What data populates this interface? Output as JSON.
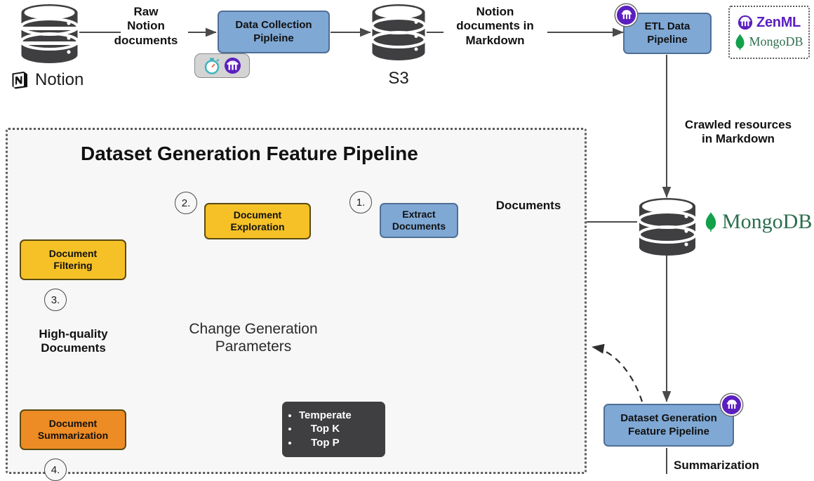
{
  "diagram": {
    "title": "Dataset Generation Feature Pipeline",
    "panel_title": "Dataset Generation Feature Pipeline"
  },
  "colors": {
    "blue": "#7FA8D4",
    "yellow": "#F5C127",
    "orange": "#ED8B24",
    "dark": "#3F3F41",
    "panel_bg": "#F7F7F7",
    "zenml_purple": "#5B1FBF",
    "mongodb_green": "#13A04B",
    "stopwatch_teal": "#3FB5BF"
  },
  "nodes": {
    "data_collection_pipeline": "Data Collection\nPipleine",
    "etl_data_pipeline": "ETL Data\nPipeline",
    "extract_documents": "Extract\nDocuments",
    "document_exploration": "Document\nExploration",
    "document_filtering": "Document\nFiltering",
    "document_summarization": "Document\nSummarization",
    "dataset_generation_feature_pipeline": "Dataset Generation\nFeature Pipeline"
  },
  "stores": {
    "notion": "Notion",
    "s3": "S3",
    "mongodb": "MongoDB"
  },
  "edge_labels": {
    "raw_notion_documents": "Raw\nNotion\ndocuments",
    "notion_documents_markdown": "Notion\ndocuments in\nMarkdown",
    "crawled_resources_markdown": "Crawled resources\nin Markdown",
    "documents": "Documents",
    "high_quality_documents": "High-quality\nDocuments",
    "change_generation_parameters": "Change Generation\nParameters",
    "summarization": "Summarization"
  },
  "steps": [
    {
      "id": "step-1",
      "label": "1."
    },
    {
      "id": "step-2",
      "label": "2."
    },
    {
      "id": "step-3",
      "label": "3."
    },
    {
      "id": "step-4",
      "label": "4."
    }
  ],
  "generation_parameters": {
    "items": [
      "Temperate",
      "Top K",
      "Top P"
    ]
  },
  "legend": {
    "items": [
      {
        "name": "ZenML",
        "label": "ZenML"
      },
      {
        "name": "MongoDB",
        "label": "MongoDB"
      }
    ]
  }
}
